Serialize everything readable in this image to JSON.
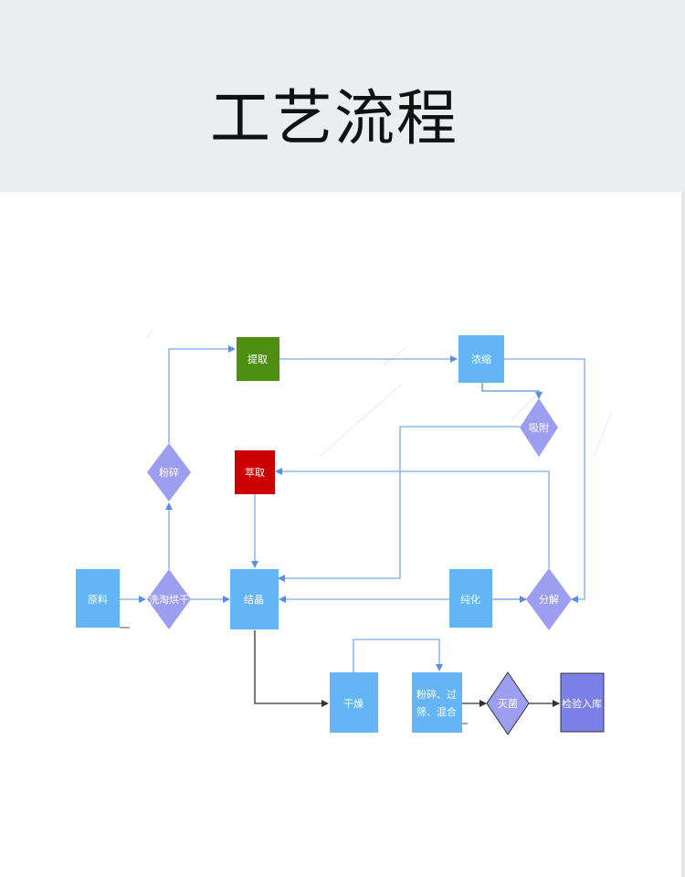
{
  "page": {
    "title": "工艺流程"
  },
  "diagram": {
    "colors": {
      "process_blue": "#64b5f6",
      "start_green": "#4e8f12",
      "start_red": "#cc0000",
      "decision_purple": "#9e9ef0",
      "end_indigo": "#7b80e8",
      "edge_blue": "#7aa9e8",
      "edge_dark": "#333333"
    },
    "nodes": {
      "yuanliao": "原料",
      "xitao": "洗淘烘干",
      "fensui": "粉碎",
      "tiqu": "提取",
      "nongsuo": "浓缩",
      "xifu": "吸附",
      "cuiqu": "萃取",
      "jiejing": "结晶",
      "chunhua": "纯化",
      "fenjie": "分解",
      "ganzao": "干燥",
      "fensui_mix_line1": "粉碎、过",
      "fensui_mix_line2": "筛、混合",
      "miejun": "灭菌",
      "jianyan": "检验入库"
    }
  }
}
